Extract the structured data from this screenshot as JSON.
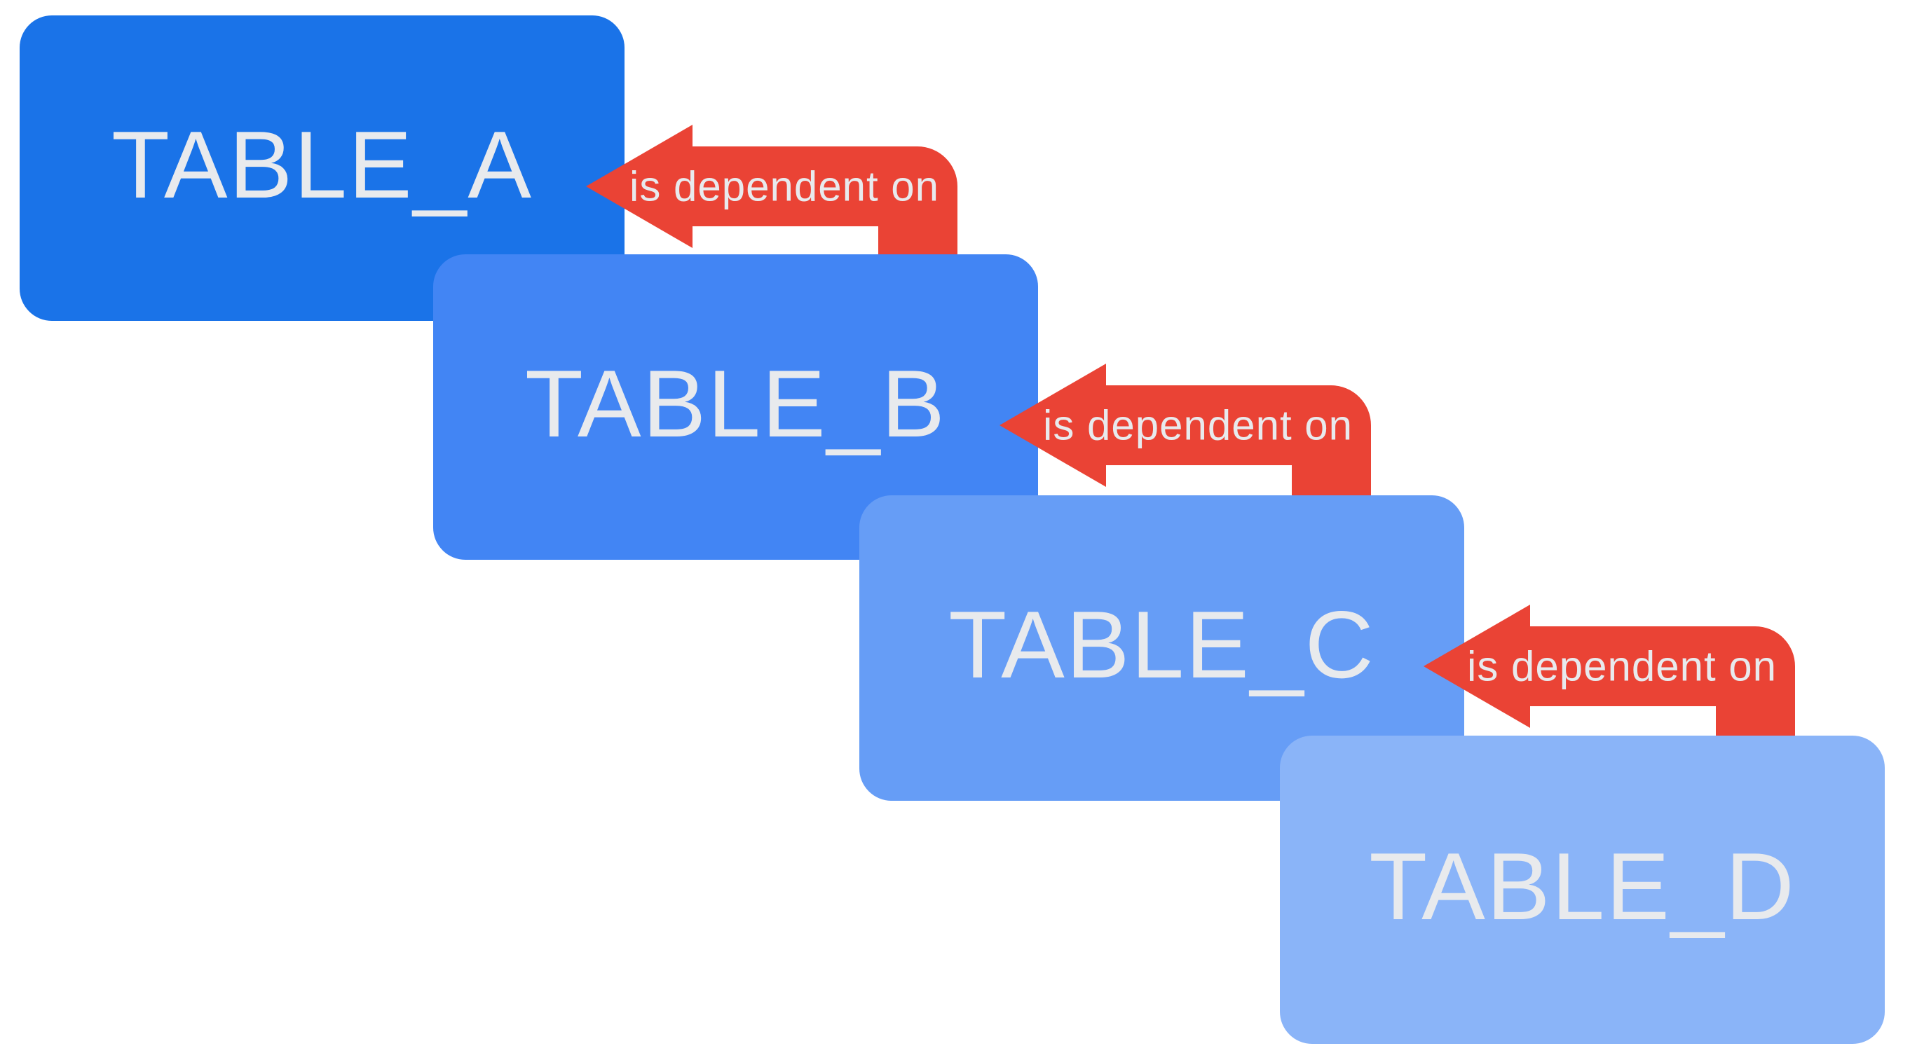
{
  "diagram": {
    "background": "#FFFFFF",
    "label_color": "#E8EAED",
    "arrow_color": "#EA4335",
    "boxes": [
      {
        "label": "TABLE_A",
        "color": "#1A73E8"
      },
      {
        "label": "TABLE_B",
        "color": "#4285F4"
      },
      {
        "label": "TABLE_C",
        "color": "#669DF6"
      },
      {
        "label": "TABLE_D",
        "color": "#8AB4F8"
      }
    ],
    "arrows": [
      {
        "label": "is dependent on",
        "source": "TABLE_B",
        "target": "TABLE_A"
      },
      {
        "label": "is dependent on",
        "source": "TABLE_C",
        "target": "TABLE_B"
      },
      {
        "label": "is dependent on",
        "source": "TABLE_D",
        "target": "TABLE_C"
      }
    ]
  }
}
